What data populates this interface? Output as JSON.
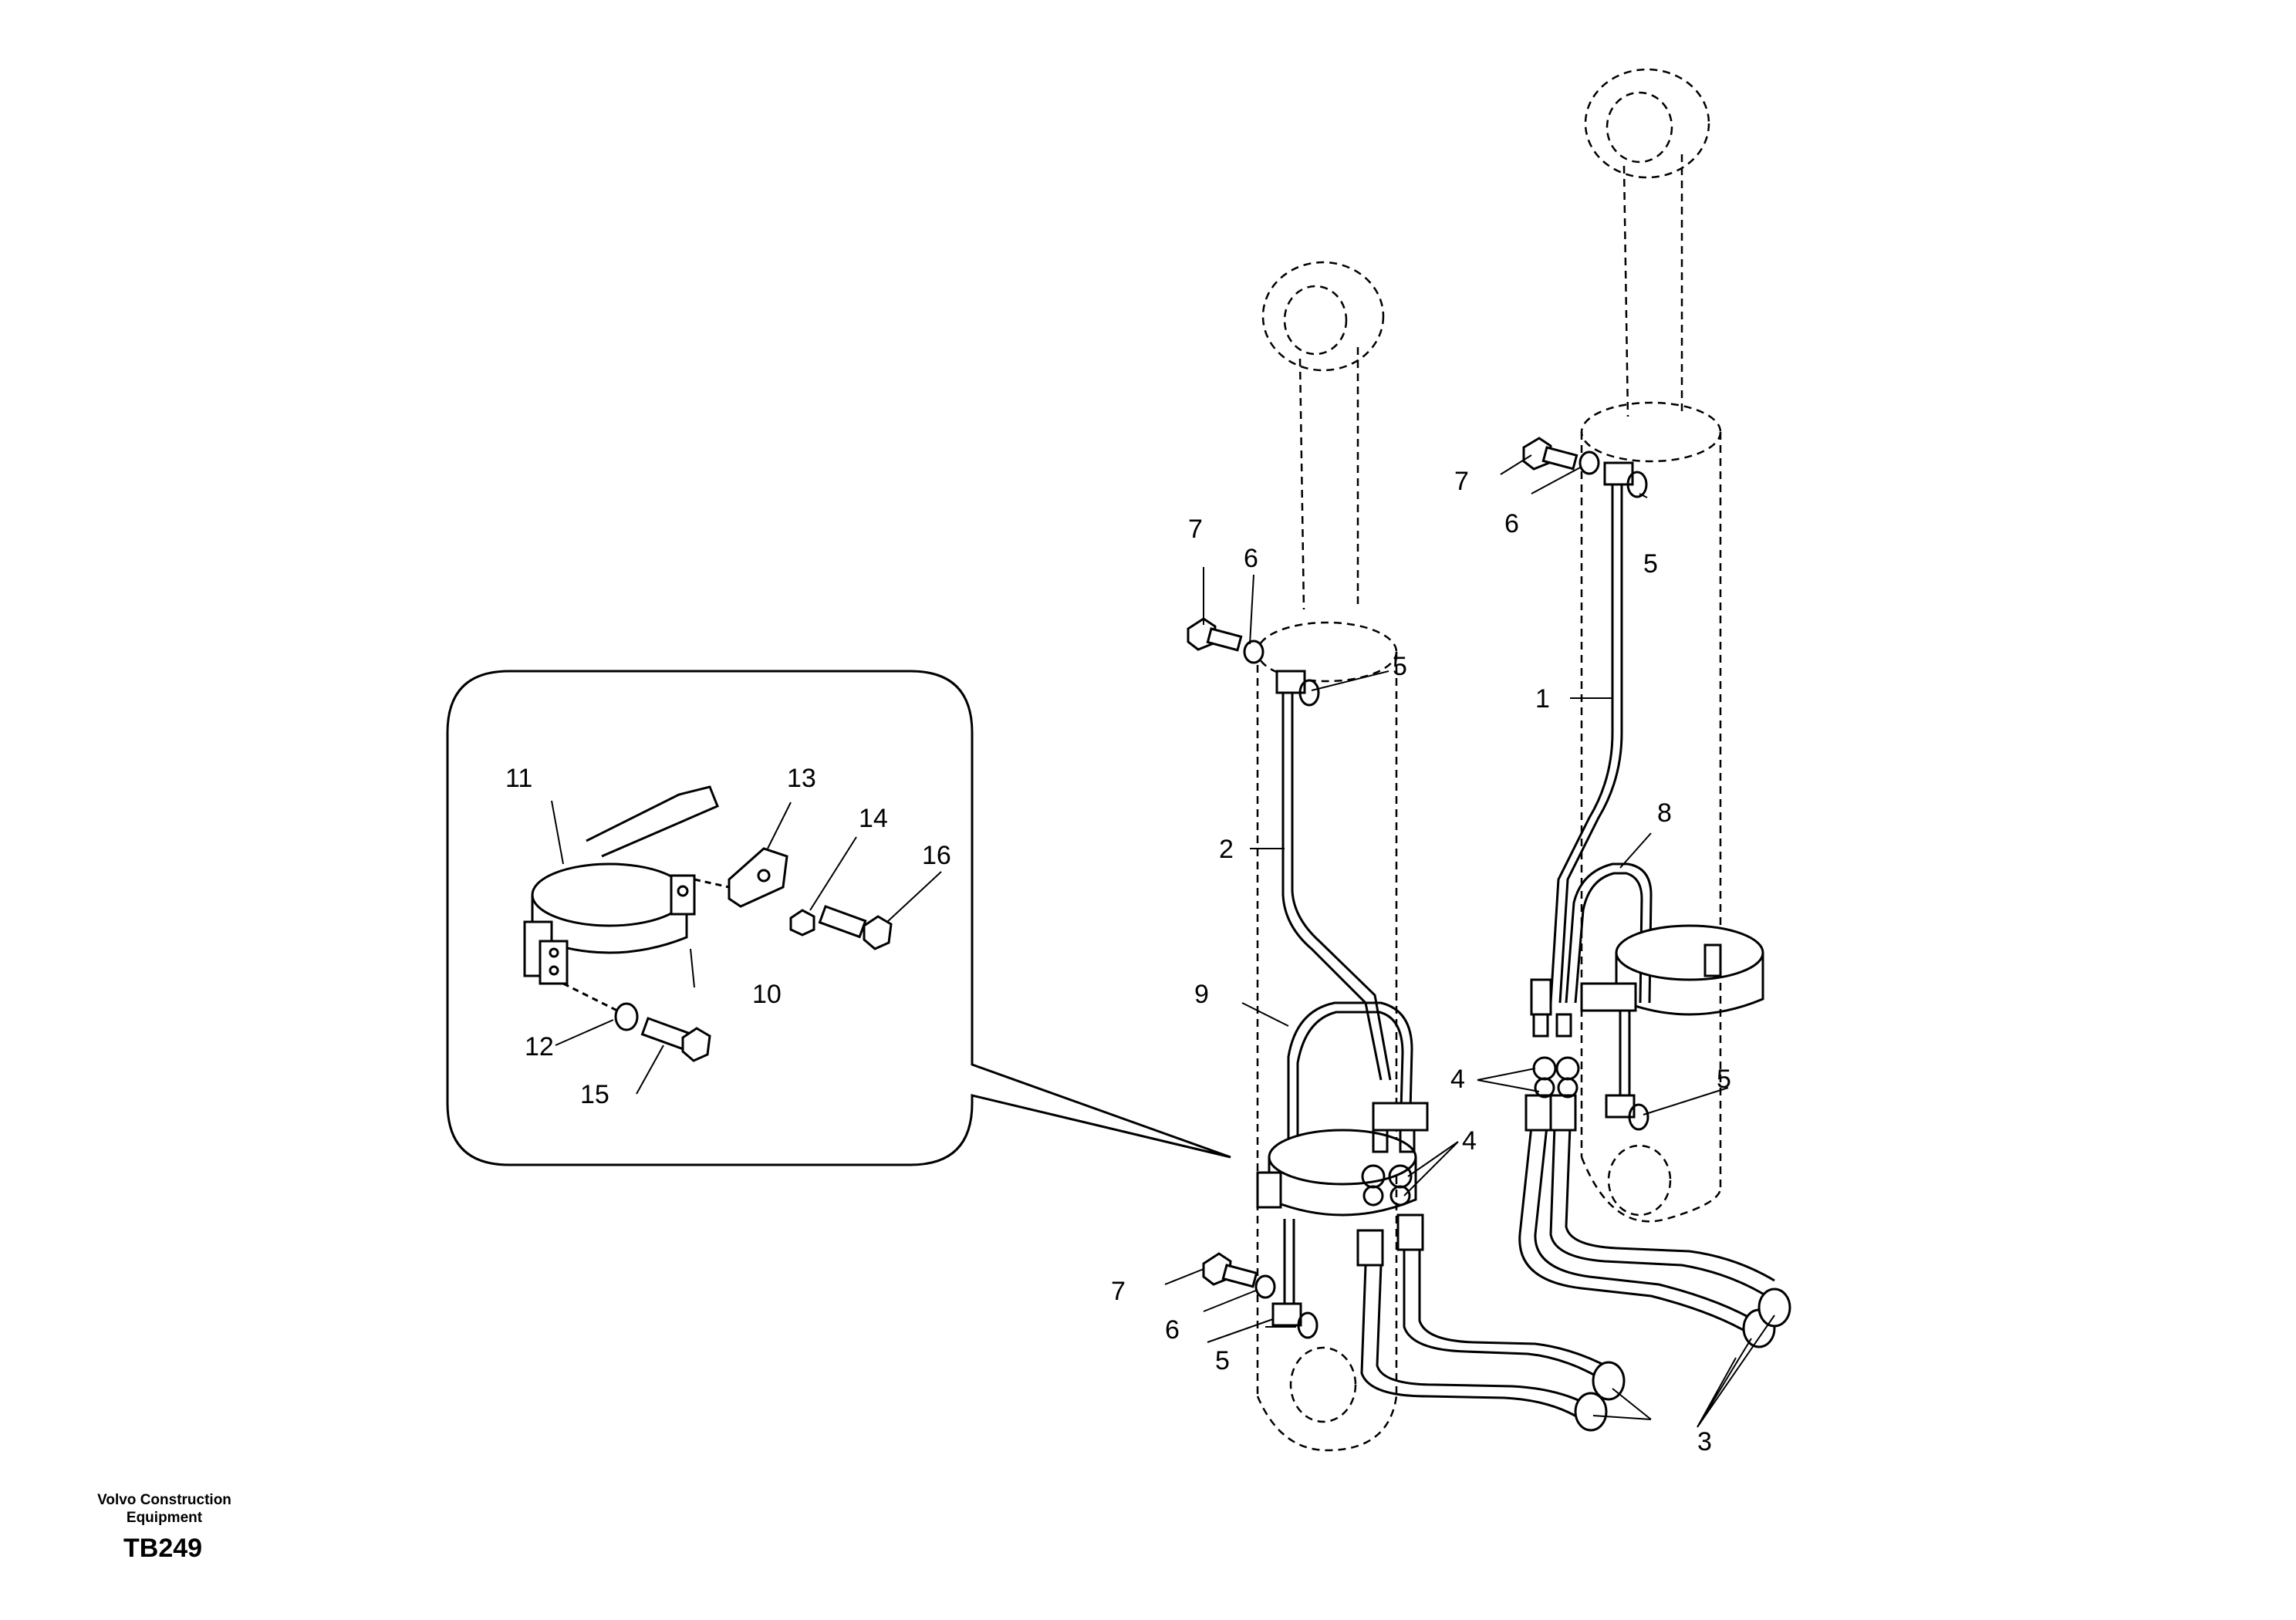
{
  "callouts": {
    "c1": "1",
    "c2": "2",
    "c3": "3",
    "c4": "4",
    "c5": "5",
    "c6": "6",
    "c7": "7",
    "c8": "8",
    "c9": "9",
    "c10": "10",
    "c11": "11",
    "c12": "12",
    "c13": "13",
    "c14": "14",
    "c15": "15",
    "c16": "16"
  },
  "footer": {
    "brand_line1": "Volvo Construction",
    "brand_line2": "Equipment",
    "drawing_code": "TB249"
  }
}
